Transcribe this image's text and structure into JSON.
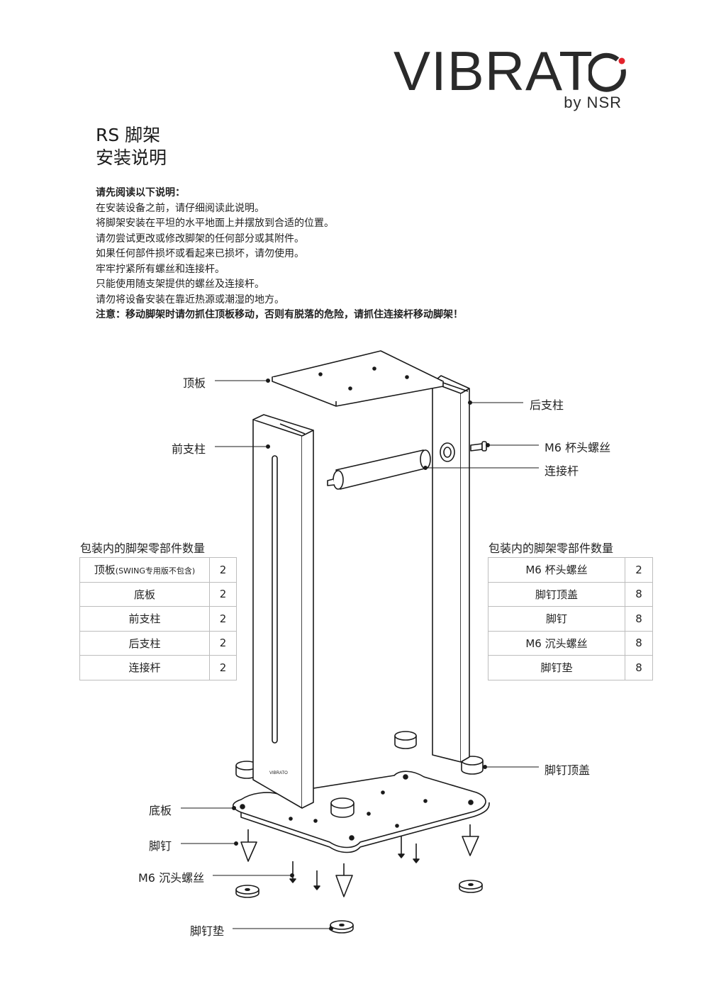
{
  "logo": {
    "word": "VIBRAT",
    "sub": "by NSR",
    "accent": "#e3232c"
  },
  "title": {
    "line1": "RS 脚架",
    "line2": "安装说明"
  },
  "intro": {
    "heading": "请先阅读以下说明：",
    "lines": [
      "在安装设备之前，请仔细阅读此说明。",
      "将脚架安装在平坦的水平地面上并摆放到合适的位置。",
      "请勿尝试更改或修改脚架的任何部分或其附件。",
      "如果任何部件损坏或看起来已损坏，请勿使用。",
      "牢牢拧紧所有螺丝和连接杆。",
      "只能使用随支架提供的螺丝及连接杆。",
      "请勿将设备安装在靠近热源或潮湿的地方。"
    ],
    "warning": "注意：移动脚架时请勿抓住顶板移动，否则有脱落的危险，请抓住连接杆移动脚架！"
  },
  "labels": {
    "top_plate": "顶板",
    "rear_post": "后支柱",
    "front_post": "前支柱",
    "m6_cup_screw": "M6 杯头螺丝",
    "connector_rod": "连接杆",
    "spike_cap": "脚钉顶盖",
    "base_plate": "底板",
    "spike": "脚钉",
    "m6_countersunk": "M6 沉头螺丝",
    "spike_pad": "脚钉垫"
  },
  "post_badge": "VIBRATO",
  "table_left": {
    "caption": "包装内的脚架零部件数量",
    "rows": [
      {
        "name": "顶板",
        "note": "(SWING专用版不包含)",
        "qty": "2"
      },
      {
        "name": "底板",
        "note": "",
        "qty": "2"
      },
      {
        "name": "前支柱",
        "note": "",
        "qty": "2"
      },
      {
        "name": "后支柱",
        "note": "",
        "qty": "2"
      },
      {
        "name": "连接杆",
        "note": "",
        "qty": "2"
      }
    ]
  },
  "table_right": {
    "caption": "包装内的脚架零部件数量",
    "rows": [
      {
        "name": "M6 杯头螺丝",
        "qty": "2"
      },
      {
        "name": "脚钉顶盖",
        "qty": "8"
      },
      {
        "name": "脚钉",
        "qty": "8"
      },
      {
        "name": "M6 沉头螺丝",
        "qty": "8"
      },
      {
        "name": "脚钉垫",
        "qty": "8"
      }
    ]
  }
}
